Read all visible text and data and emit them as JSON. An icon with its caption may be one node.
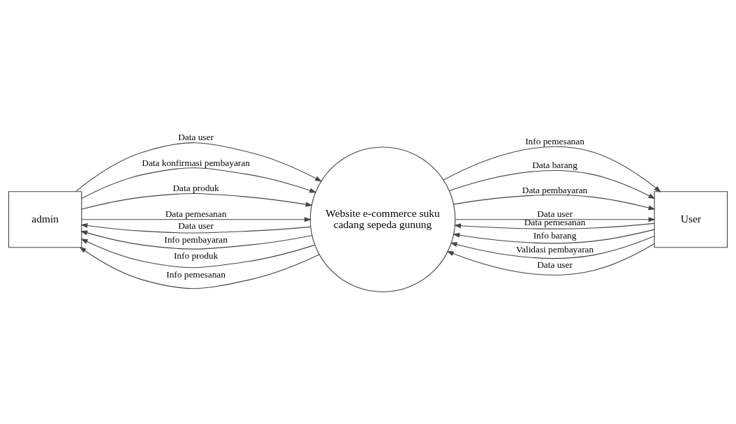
{
  "diagram": {
    "nodes": [
      {
        "text": [
          "admin"
        ]
      },
      {
        "text": [
          "Website e-commerce suku cadang sepeda gunung"
        ]
      },
      {
        "text": [
          "User"
        ]
      }
    ],
    "edges": [
      {
        "from": 0,
        "to": 1,
        "arrow": "to",
        "label": "Data user"
      },
      {
        "from": 0,
        "to": 1,
        "arrow": "to",
        "label": "Data konfirmasi pembayaran"
      },
      {
        "from": 0,
        "to": 1,
        "arrow": "to",
        "label": "Data produk"
      },
      {
        "from": 0,
        "to": 1,
        "arrow": "to",
        "label": "Data pemesanan"
      },
      {
        "from": 1,
        "to": 0,
        "arrow": "to",
        "label": "Data user"
      },
      {
        "from": 1,
        "to": 0,
        "arrow": "to",
        "label": "Info pembayaran"
      },
      {
        "from": 1,
        "to": 0,
        "arrow": "to",
        "label": "Info produk"
      },
      {
        "from": 1,
        "to": 0,
        "arrow": "to",
        "label": "Info pemesanan"
      },
      {
        "from": 2,
        "to": 1,
        "arrow": "to",
        "label": "Data pemesanan"
      },
      {
        "from": 2,
        "to": 1,
        "arrow": "to",
        "label": "Info barang"
      },
      {
        "from": 2,
        "to": 1,
        "arrow": "to",
        "label": "Validasi pembayaran"
      },
      {
        "from": 2,
        "to": 1,
        "arrow": "to",
        "label": "Data user"
      },
      {
        "from": 1,
        "to": 2,
        "arrow": "to",
        "label": "Info pemesanan"
      },
      {
        "from": 1,
        "to": 2,
        "arrow": "to",
        "label": "Data barang"
      },
      {
        "from": 1,
        "to": 2,
        "arrow": "to",
        "label": "Data pembayaran"
      },
      {
        "from": 1,
        "to": 2,
        "arrow": "to",
        "label": "Data user"
      }
    ]
  }
}
